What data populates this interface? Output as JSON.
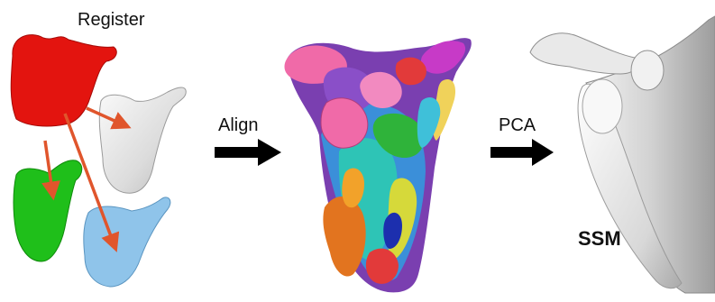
{
  "stages": {
    "register_label": "Register",
    "align_label": "Align",
    "pca_label": "PCA",
    "ssm_label": "SSM"
  },
  "colors": {
    "red_bone": "#e3140f",
    "white_bone": "#e6e6e6",
    "green_bone": "#1fbf1a",
    "blue_bone": "#8fc4ea",
    "register_arrow": "#e0552c",
    "stage_arrow": "#000000",
    "ssm_surface": "#d9d9d9"
  },
  "icons": [
    "scapula-red",
    "scapula-white",
    "scapula-green",
    "scapula-blue",
    "aligned-scapulae-stack",
    "ssm-mean-scapula",
    "align-arrow",
    "pca-arrow"
  ]
}
